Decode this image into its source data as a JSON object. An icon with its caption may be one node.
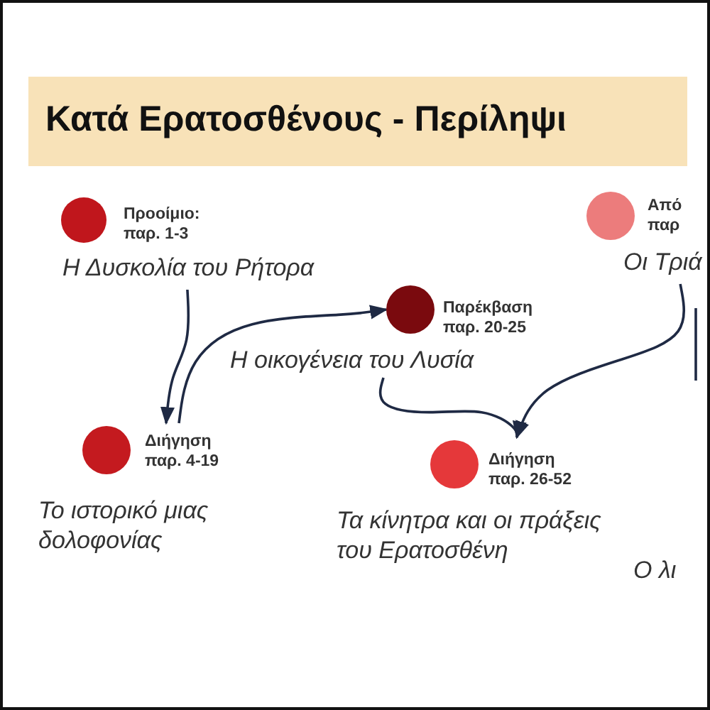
{
  "diagram": {
    "title": "Κατά Ερατοσθένους - Περίληψι",
    "nodes": [
      {
        "text": [
          "Προοίμιο: παρ. 1-3",
          "Η Δυσκολία του Ρήτορα"
        ]
      },
      {
        "text": [
          "Από παρ",
          "Οι Τριά"
        ]
      },
      {
        "text": [
          "Παρέκβαση παρ. 20-25",
          "Η οικογένεια του Λυσία"
        ]
      },
      {
        "text": [
          "Διήγηση παρ. 4-19",
          "Το ιστορικό μιας δολοφονίας"
        ]
      },
      {
        "text": [
          "Διήγηση παρ. 26-52",
          "Τα κίνητρα και οι πράξεις του Ερατοσθένη"
        ]
      }
    ],
    "edges": [
      {
        "from": 0,
        "to": 3,
        "arrow": "to"
      },
      {
        "from": 3,
        "to": 2,
        "arrow": "to"
      },
      {
        "from": 2,
        "to": 4,
        "arrow": "to"
      },
      {
        "from": 1,
        "to": 4,
        "arrow": "to"
      }
    ],
    "labels": [
      "Ο λι"
    ]
  }
}
